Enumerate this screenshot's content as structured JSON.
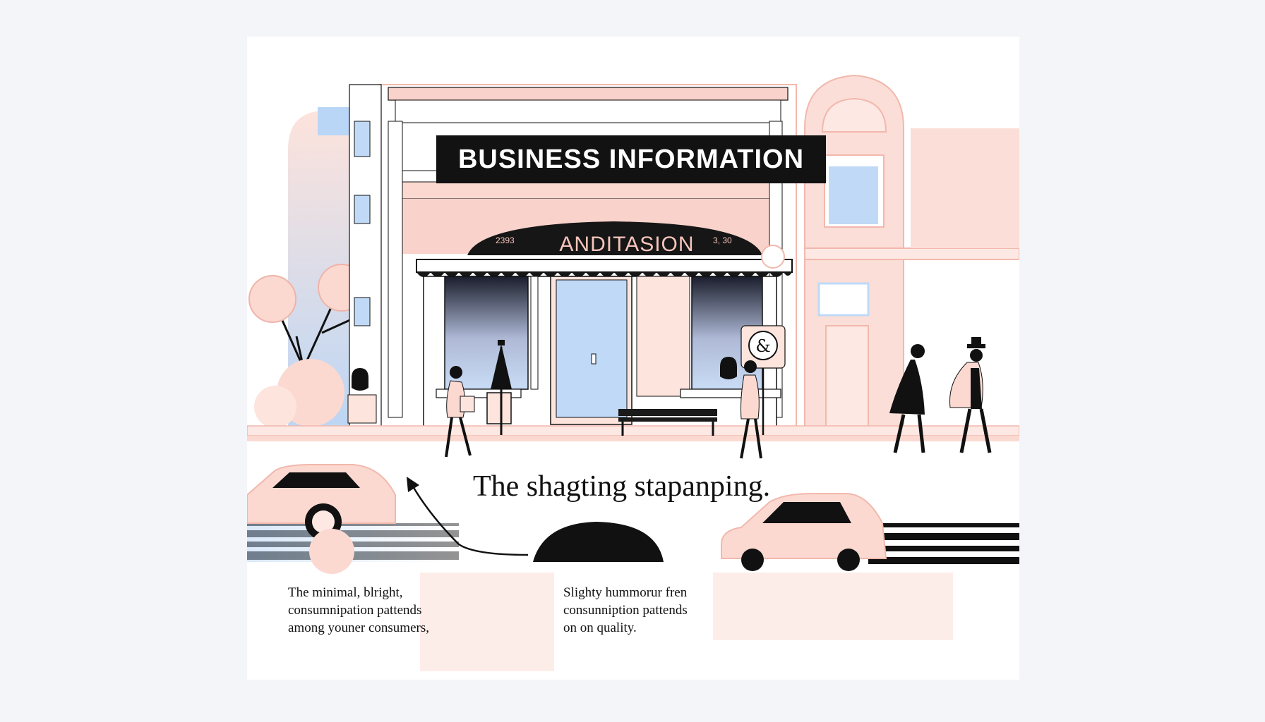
{
  "sign": {
    "title": "BUSINESS INFORMATION"
  },
  "awning": {
    "label": "ANDITASION",
    "left_mark": "2393",
    "right_mark": "3, 30"
  },
  "headline": "The shagting stapanping.",
  "captions": {
    "left": [
      "The minimal, blright,",
      "consumnipation pattends",
      "among youner consumers,"
    ],
    "right": [
      "Slighty hummorur fren",
      "consunniption pattends",
      "on on quality."
    ]
  },
  "colors": {
    "pink": "#f9d3cb",
    "pink_light": "#fde8e3",
    "blue": "#bfd9f7",
    "ink": "#111111",
    "background": "#f3f5f9"
  }
}
